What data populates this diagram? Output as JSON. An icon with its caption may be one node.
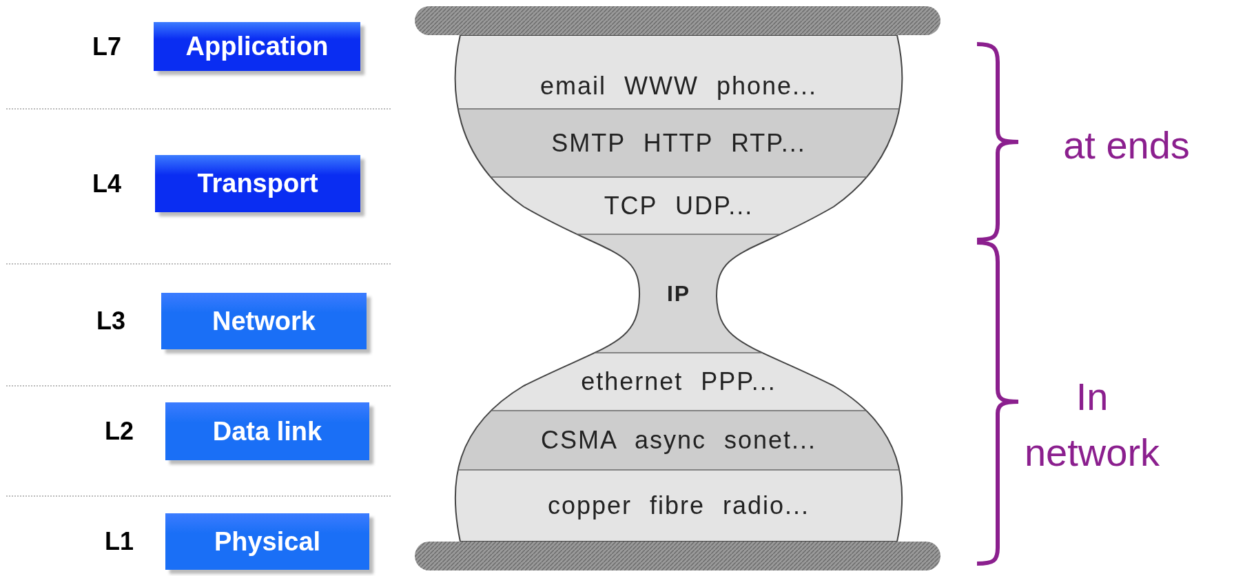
{
  "diagram": {
    "nodes": [
      {
        "text": [
          "Application"
        ],
        "beside": [
          "L7"
        ]
      },
      {
        "text": [
          "Transport"
        ],
        "beside": [
          "L4"
        ]
      },
      {
        "text": [
          "Network"
        ],
        "beside": [
          "L3"
        ]
      },
      {
        "text": [
          "Data link"
        ],
        "beside": [
          "L2"
        ]
      },
      {
        "text": [
          "Physical"
        ],
        "beside": [
          "L1"
        ]
      },
      {
        "text": [
          "email WWW phone..."
        ]
      },
      {
        "text": [
          "SMTP HTTP RTP..."
        ]
      },
      {
        "text": [
          "TCP UDP..."
        ]
      },
      {
        "text": [
          "IP"
        ]
      },
      {
        "text": [
          "ethernet PPP..."
        ]
      },
      {
        "text": [
          "CSMA async sonet..."
        ]
      },
      {
        "text": [
          "copper fibre radio..."
        ]
      }
    ],
    "edges": [],
    "labels": [
      "at ends",
      "In network"
    ]
  }
}
